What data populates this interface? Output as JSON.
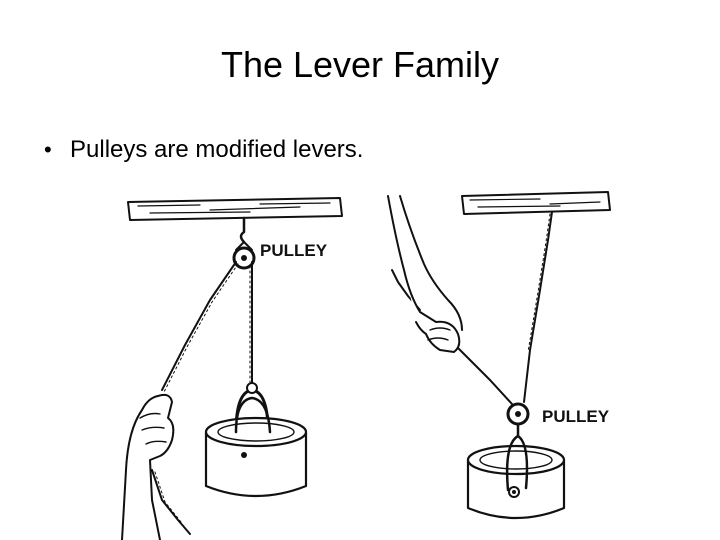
{
  "slide": {
    "title": "The Lever Family",
    "bullets": [
      "Pulleys are modified levers."
    ]
  },
  "figure": {
    "left_pulley_label": "PULLEY",
    "right_pulley_label": "PULLEY"
  }
}
